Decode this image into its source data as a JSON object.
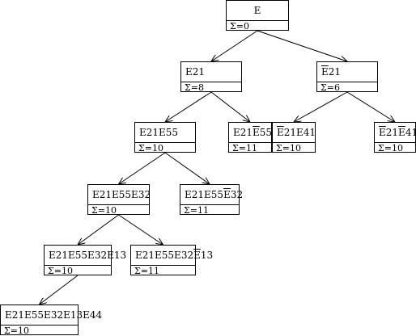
{
  "nodes": [
    {
      "id": "root",
      "label": [
        {
          "t": "E"
        }
      ],
      "sum": "Σ=0"
    },
    {
      "id": "n-e21",
      "label": [
        {
          "t": "E21"
        }
      ],
      "sum": "Σ=8"
    },
    {
      "id": "n-not-e21",
      "label": [
        {
          "t": "E",
          "bar": true
        },
        {
          "t": "21"
        }
      ],
      "sum": "Σ=6"
    },
    {
      "id": "n-e21e55",
      "label": [
        {
          "t": "E21E55"
        }
      ],
      "sum": "Σ=10"
    },
    {
      "id": "n-e21-not-e55",
      "label": [
        {
          "t": "E21"
        },
        {
          "t": "E",
          "bar": true
        },
        {
          "t": "55"
        }
      ],
      "sum": "Σ=11"
    },
    {
      "id": "n-not-e21-e41",
      "label": [
        {
          "t": "E",
          "bar": true
        },
        {
          "t": "21E41"
        }
      ],
      "sum": "Σ=10"
    },
    {
      "id": "n-not-e21-not-e41",
      "label": [
        {
          "t": "E",
          "bar": true
        },
        {
          "t": "21"
        },
        {
          "t": "E",
          "bar": true
        },
        {
          "t": "41"
        }
      ],
      "sum": "Σ=10"
    },
    {
      "id": "n-e21e55e32",
      "label": [
        {
          "t": "E21E55E32"
        }
      ],
      "sum": "Σ=10"
    },
    {
      "id": "n-e21e55-not-e32",
      "label": [
        {
          "t": "E21E55"
        },
        {
          "t": "E",
          "bar": true
        },
        {
          "t": "32"
        }
      ],
      "sum": "Σ=11"
    },
    {
      "id": "n-e21e55e32e13",
      "label": [
        {
          "t": "E21E55E32E13"
        }
      ],
      "sum": "Σ=10"
    },
    {
      "id": "n-e21e55e32-not-e13",
      "label": [
        {
          "t": "E21E55E32"
        },
        {
          "t": "E",
          "bar": true
        },
        {
          "t": "13"
        }
      ],
      "sum": "Σ=11"
    },
    {
      "id": "n-e21e55e32e13e44",
      "label": [
        {
          "t": "E21E55E32E13E44"
        }
      ],
      "sum": "Σ=10"
    }
  ],
  "edges": [
    [
      "root",
      "n-e21"
    ],
    [
      "root",
      "n-not-e21"
    ],
    [
      "n-e21",
      "n-e21e55"
    ],
    [
      "n-e21",
      "n-e21-not-e55"
    ],
    [
      "n-not-e21",
      "n-not-e21-e41"
    ],
    [
      "n-not-e21",
      "n-not-e21-not-e41"
    ],
    [
      "n-e21e55",
      "n-e21e55e32"
    ],
    [
      "n-e21e55",
      "n-e21e55-not-e32"
    ],
    [
      "n-e21e55e32",
      "n-e21e55e32e13"
    ],
    [
      "n-e21e55e32",
      "n-e21e55e32-not-e13"
    ],
    [
      "n-e21e55e32e13",
      "n-e21e55e32e13e44"
    ]
  ]
}
